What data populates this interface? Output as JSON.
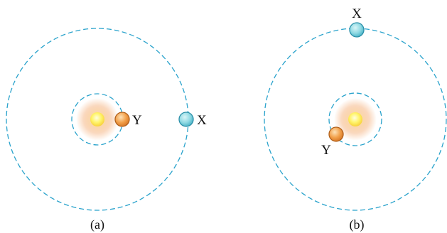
{
  "panels": [
    {
      "caption": "(a)",
      "planet_x_label": "X",
      "planet_y_label": "Y"
    },
    {
      "caption": "(b)",
      "planet_x_label": "X",
      "planet_y_label": "Y"
    }
  ],
  "colors": {
    "orbit": "#2aa3cc",
    "planet_x_fill": "#8fd9e3",
    "planet_x_stroke": "#2b8fa8",
    "planet_y_fill": "#f2a04a",
    "planet_y_stroke": "#b0601c",
    "star_core": "#fff46a",
    "star_glow": "#f6b98a",
    "text": "#111111"
  }
}
